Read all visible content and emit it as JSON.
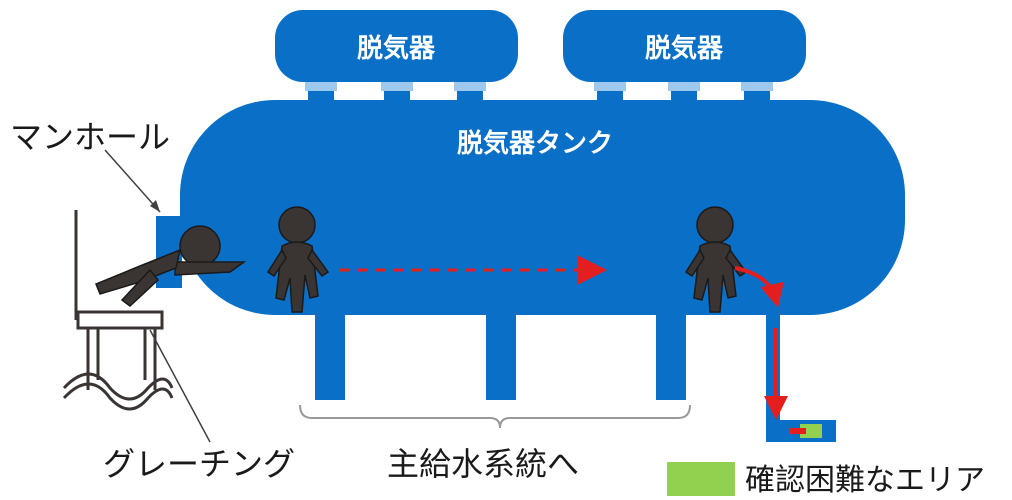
{
  "deaerators": [
    {
      "label": "脱気器"
    },
    {
      "label": "脱気器"
    }
  ],
  "tank": {
    "label": "脱気器タンク"
  },
  "callouts": {
    "manhole": "マンホール",
    "grating": "グレーチング",
    "main_feedwater": "主給水系統へ"
  },
  "legend": {
    "label": "確認困難なエリア",
    "swatch_color": "#92d050"
  },
  "colors": {
    "tank_blue": "#0a6fc6",
    "nozzle": "#9dc9ee",
    "person": "#3a3433",
    "arrow_red": "#e41e1e"
  }
}
